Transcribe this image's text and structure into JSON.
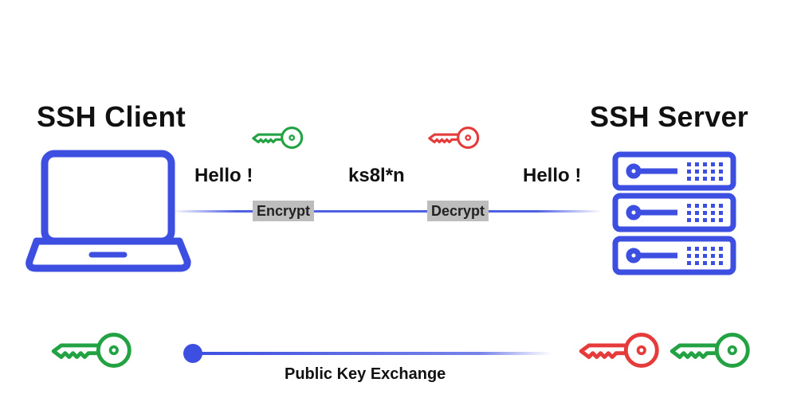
{
  "client": {
    "title": "SSH Client",
    "message": "Hello !"
  },
  "server": {
    "title": "SSH Server",
    "message": "Hello !"
  },
  "channel": {
    "encrypt_label": "Encrypt",
    "decrypt_label": "Decrypt",
    "ciphertext": "ks8l*n"
  },
  "exchange": {
    "label": "Public Key Exchange"
  },
  "colors": {
    "accent": "#3d4fe0",
    "public_key": "#23a243",
    "private_key": "#e63b3b",
    "label_bg": "#bdbdbd"
  },
  "icons": [
    "laptop-icon",
    "server-icon",
    "public-key-icon",
    "private-key-icon"
  ]
}
